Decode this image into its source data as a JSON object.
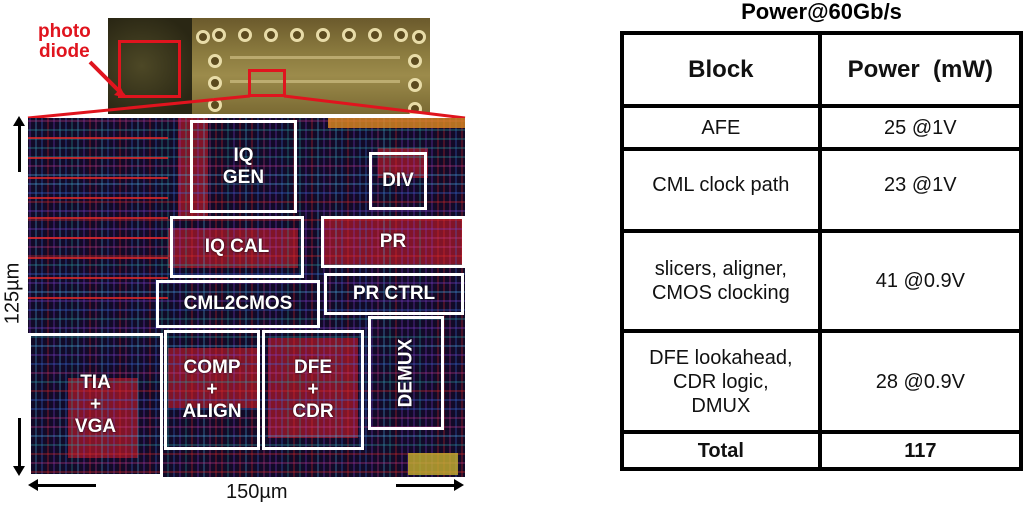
{
  "die_photo": {
    "callout_label": [
      "photo",
      "diode"
    ],
    "highlight_color": "#e0141e"
  },
  "layout": {
    "blocks": [
      {
        "id": "iq-gen",
        "label": [
          "IQ",
          "GEN"
        ]
      },
      {
        "id": "div",
        "label": [
          "DIV"
        ]
      },
      {
        "id": "iq-cal",
        "label": [
          "IQ CAL"
        ]
      },
      {
        "id": "pr",
        "label": [
          "PR"
        ]
      },
      {
        "id": "cml2cmos",
        "label": [
          "CML2CMOS"
        ]
      },
      {
        "id": "pr-ctrl",
        "label": [
          "PR CTRL"
        ]
      },
      {
        "id": "tia-vga",
        "label": [
          "TIA",
          "+",
          "VGA"
        ]
      },
      {
        "id": "comp-align",
        "label": [
          "COMP",
          "+",
          "ALIGN"
        ]
      },
      {
        "id": "dfe-cdr",
        "label": [
          "DFE",
          "+",
          "CDR"
        ]
      },
      {
        "id": "demux",
        "label": [
          "DEMUX"
        ]
      }
    ],
    "height_label": "125µm",
    "width_label": "150µm"
  },
  "table": {
    "title": "Power@60Gb/s",
    "headers": [
      "Block",
      "Power  (mW)"
    ],
    "rows": [
      {
        "block": [
          "AFE"
        ],
        "power": "25 @1V"
      },
      {
        "block": [
          "CML clock path"
        ],
        "power": "23 @1V"
      },
      {
        "block": [
          "slicers, aligner,",
          "CMOS clocking"
        ],
        "power": "41 @0.9V"
      },
      {
        "block": [
          "DFE lookahead,",
          "CDR logic,",
          "DMUX"
        ],
        "power": "28 @0.9V"
      }
    ],
    "total": {
      "label": "Total",
      "value": "117"
    }
  }
}
